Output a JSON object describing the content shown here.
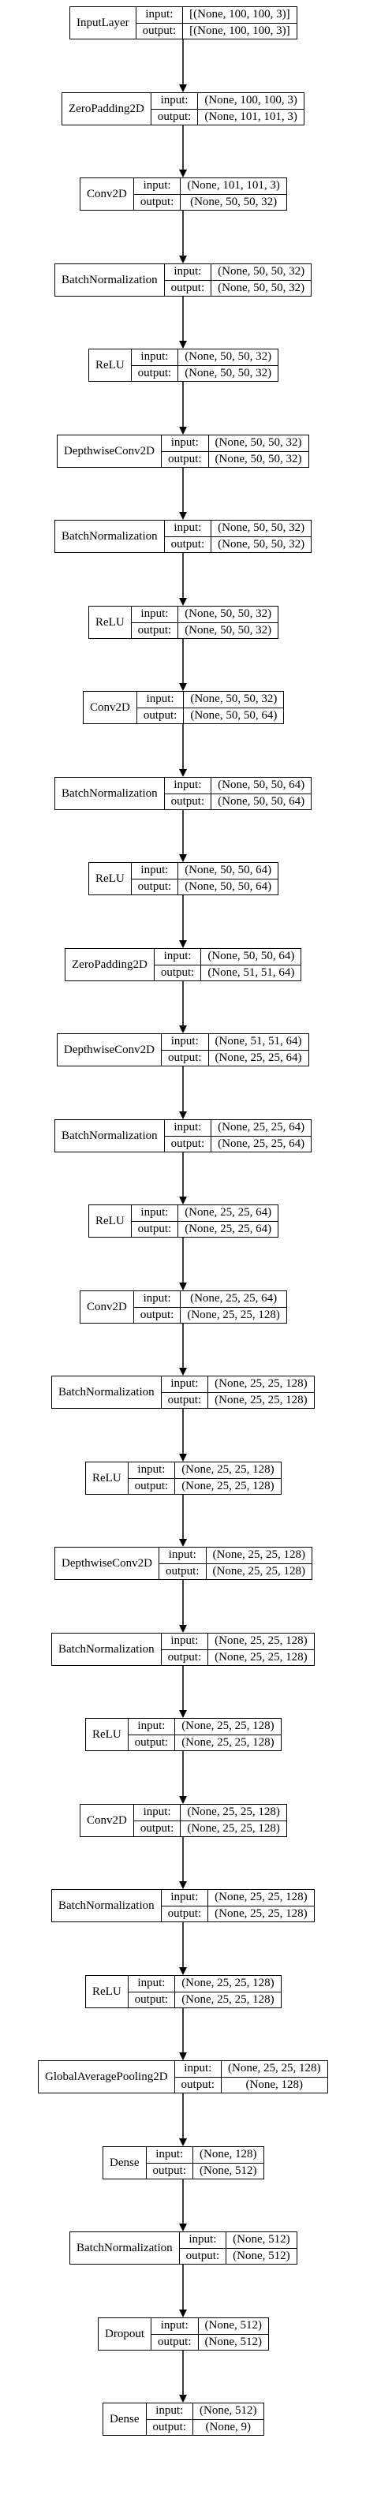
{
  "labels": {
    "input": "input:",
    "output": "output:"
  },
  "layers": [
    {
      "name": "InputLayer",
      "input": "[(None, 100, 100, 3)]",
      "output": "[(None, 100, 100, 3)]"
    },
    {
      "name": "ZeroPadding2D",
      "input": "(None, 100, 100, 3)",
      "output": "(None, 101, 101, 3)"
    },
    {
      "name": "Conv2D",
      "input": "(None, 101, 101, 3)",
      "output": "(None, 50, 50, 32)"
    },
    {
      "name": "BatchNormalization",
      "input": "(None, 50, 50, 32)",
      "output": "(None, 50, 50, 32)"
    },
    {
      "name": "ReLU",
      "input": "(None, 50, 50, 32)",
      "output": "(None, 50, 50, 32)"
    },
    {
      "name": "DepthwiseConv2D",
      "input": "(None, 50, 50, 32)",
      "output": "(None, 50, 50, 32)"
    },
    {
      "name": "BatchNormalization",
      "input": "(None, 50, 50, 32)",
      "output": "(None, 50, 50, 32)"
    },
    {
      "name": "ReLU",
      "input": "(None, 50, 50, 32)",
      "output": "(None, 50, 50, 32)"
    },
    {
      "name": "Conv2D",
      "input": "(None, 50, 50, 32)",
      "output": "(None, 50, 50, 64)"
    },
    {
      "name": "BatchNormalization",
      "input": "(None, 50, 50, 64)",
      "output": "(None, 50, 50, 64)"
    },
    {
      "name": "ReLU",
      "input": "(None, 50, 50, 64)",
      "output": "(None, 50, 50, 64)"
    },
    {
      "name": "ZeroPadding2D",
      "input": "(None, 50, 50, 64)",
      "output": "(None, 51, 51, 64)"
    },
    {
      "name": "DepthwiseConv2D",
      "input": "(None, 51, 51, 64)",
      "output": "(None, 25, 25, 64)"
    },
    {
      "name": "BatchNormalization",
      "input": "(None, 25, 25, 64)",
      "output": "(None, 25, 25, 64)"
    },
    {
      "name": "ReLU",
      "input": "(None, 25, 25, 64)",
      "output": "(None, 25, 25, 64)"
    },
    {
      "name": "Conv2D",
      "input": "(None, 25, 25, 64)",
      "output": "(None, 25, 25, 128)"
    },
    {
      "name": "BatchNormalization",
      "input": "(None, 25, 25, 128)",
      "output": "(None, 25, 25, 128)"
    },
    {
      "name": "ReLU",
      "input": "(None, 25, 25, 128)",
      "output": "(None, 25, 25, 128)"
    },
    {
      "name": "DepthwiseConv2D",
      "input": "(None, 25, 25, 128)",
      "output": "(None, 25, 25, 128)"
    },
    {
      "name": "BatchNormalization",
      "input": "(None, 25, 25, 128)",
      "output": "(None, 25, 25, 128)"
    },
    {
      "name": "ReLU",
      "input": "(None, 25, 25, 128)",
      "output": "(None, 25, 25, 128)"
    },
    {
      "name": "Conv2D",
      "input": "(None, 25, 25, 128)",
      "output": "(None, 25, 25, 128)"
    },
    {
      "name": "BatchNormalization",
      "input": "(None, 25, 25, 128)",
      "output": "(None, 25, 25, 128)"
    },
    {
      "name": "ReLU",
      "input": "(None, 25, 25, 128)",
      "output": "(None, 25, 25, 128)"
    },
    {
      "name": "GlobalAveragePooling2D",
      "input": "(None, 25, 25, 128)",
      "output": "(None, 128)"
    },
    {
      "name": "Dense",
      "input": "(None, 128)",
      "output": "(None, 512)"
    },
    {
      "name": "BatchNormalization",
      "input": "(None, 512)",
      "output": "(None, 512)"
    },
    {
      "name": "Dropout",
      "input": "(None, 512)",
      "output": "(None, 512)"
    },
    {
      "name": "Dense",
      "input": "(None, 512)",
      "output": "(None, 9)"
    }
  ]
}
